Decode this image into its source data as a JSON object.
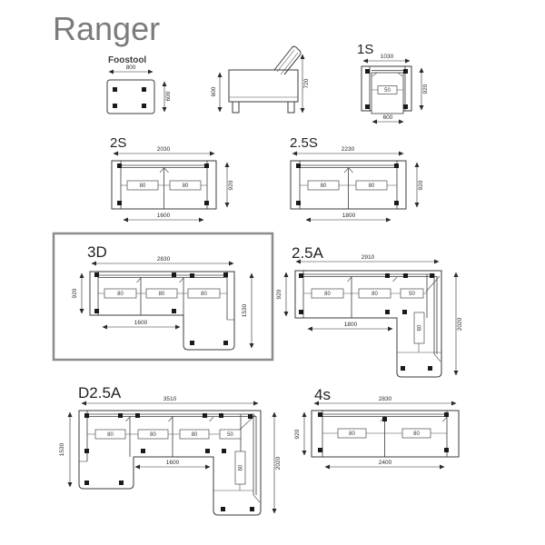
{
  "title": "Ranger",
  "colors": {
    "title_text": "#7b7b7b",
    "line_work": "#3b3b3b",
    "dimension_text": "#2b2b2b",
    "highlight_border": "#8c8c8c",
    "feet": "#1a1a1a",
    "background": "#ffffff"
  },
  "units": {
    "footstool": {
      "label": "Foostool",
      "dim_width": "800",
      "dim_height": "600"
    },
    "side_view": {
      "dim_arm_height": "600",
      "dim_back_height": "720"
    },
    "one_seater": {
      "label": "1S",
      "dim_top": "1030",
      "dim_right": "920",
      "dim_bottom": "600",
      "seat": "50"
    },
    "two_seater": {
      "label": "2S",
      "dim_top": "2030",
      "dim_right": "920",
      "dim_bottom": "1600",
      "seats": [
        "80",
        "80"
      ]
    },
    "two_half_seater": {
      "label": "2.5S",
      "dim_top": "2230",
      "dim_right": "920",
      "dim_bottom": "1800",
      "seats": [
        "80",
        "80"
      ]
    },
    "three_d": {
      "label": "3D",
      "dim_top": "2830",
      "dim_left": "920",
      "dim_right": "1530",
      "dim_bottom": "1600",
      "seats": [
        "80",
        "80",
        "80"
      ]
    },
    "two_half_a": {
      "label": "2.5A",
      "dim_top": "2910",
      "dim_left": "920",
      "dim_right": "2020",
      "dim_bottom": "1800",
      "seats": [
        "80",
        "80",
        "50"
      ],
      "chaise_seat": "60"
    },
    "d_two_half_a": {
      "label": "D2.5A",
      "dim_top": "3510",
      "dim_left": "1530",
      "dim_right": "2020",
      "dim_bottom": "1600",
      "seats": [
        "80",
        "80",
        "80",
        "50"
      ],
      "chaise_seat": "60"
    },
    "four_s": {
      "label": "4s",
      "dim_top": "2830",
      "dim_left": "920",
      "dim_bottom": "2400",
      "seats": [
        "80",
        "80"
      ]
    }
  }
}
